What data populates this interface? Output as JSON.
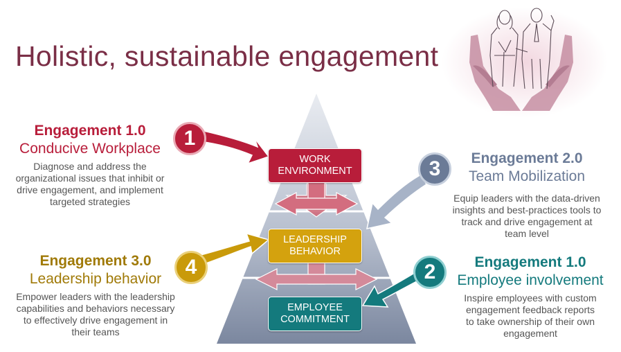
{
  "title": "Holistic, sustainable engagement",
  "colors": {
    "maroon": "#b81d3a",
    "gold": "#c99a0a",
    "teal": "#147a7d",
    "slate": "#6b7b97",
    "title": "#7a2e46",
    "pink_arrow": "#cf6b7a"
  },
  "pyramid": {
    "top_box": [
      "WORK",
      "ENVIRONMENT"
    ],
    "middle_box": [
      "LEADERSHIP",
      "BEHAVIOR"
    ],
    "bottom_box": [
      "EMPLOYEE",
      "COMMITMENT"
    ]
  },
  "blocks": [
    {
      "number": "1",
      "heading": "Engagement 1.0",
      "subheading": "Conducive Workplace",
      "description": [
        "Diagnose and address the",
        "organizational issues that inhibit or",
        "drive engagement, and implement",
        "targeted strategies"
      ]
    },
    {
      "number": "3",
      "heading": "Engagement 2.0",
      "subheading": "Team Mobilization",
      "description": [
        "Equip leaders with the data-driven",
        "insights and best-practices tools to",
        "track and drive engagement at",
        "team level"
      ]
    },
    {
      "number": "4",
      "heading": "Engagement 3.0",
      "subheading": "Leadership behavior",
      "description": [
        "Empower leaders with the leadership",
        "capabilities and behaviors necessary",
        "to effectively drive engagement in",
        "their teams"
      ]
    },
    {
      "number": "2",
      "heading": "Engagement 1.0",
      "subheading": "Employee involvement",
      "description": [
        "Inspire employees with custom",
        "engagement feedback reports",
        "to take ownership of their own",
        "engagement"
      ]
    }
  ],
  "illustration": "hands-holding-business-people-icon"
}
